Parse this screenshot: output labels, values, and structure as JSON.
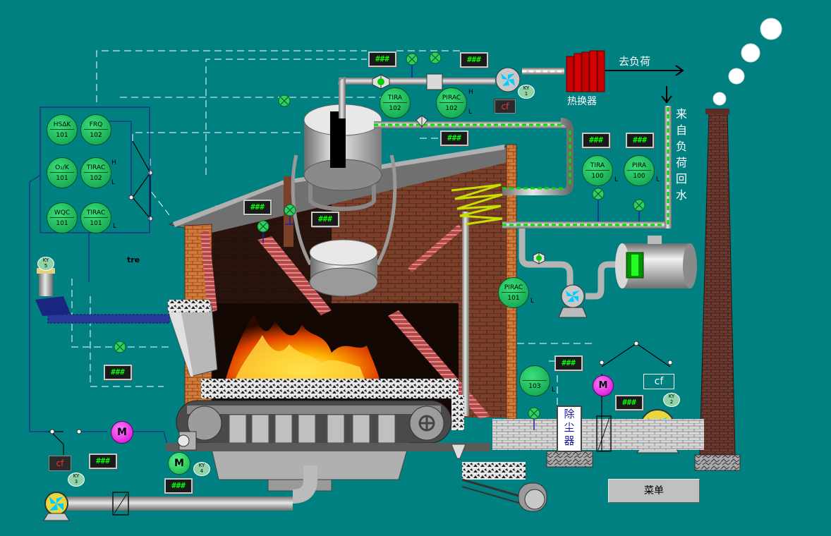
{
  "app": {
    "title": "锅炉工艺流程监控"
  },
  "placeholder": "###",
  "labels": {
    "to_load": "去负荷",
    "heat_exchanger": "热换器",
    "return_water": [
      "来",
      "自",
      "负",
      "荷",
      "回",
      "水"
    ],
    "dust_collector": [
      "除",
      "尘",
      "器"
    ],
    "tre": "tre"
  },
  "instruments": {
    "hsak101": {
      "tag": "HSΔK",
      "num": "101"
    },
    "frq102": {
      "tag": "FRQ",
      "num": "102"
    },
    "o2k101": {
      "tag": "O₂/K",
      "num": "101"
    },
    "tirac102": {
      "tag": "TIRAC",
      "num": "102",
      "h": "H",
      "l": "L"
    },
    "wqc101": {
      "tag": "WQC",
      "num": "101"
    },
    "tirac101": {
      "tag": "TIRAC",
      "num": "101",
      "l": "L"
    },
    "tira102": {
      "tag": "TIRA",
      "num": "102"
    },
    "pirac102": {
      "tag": "PIRAC",
      "num": "102",
      "h": "H",
      "l": "L"
    },
    "tira100": {
      "tag": "TIRA",
      "num": "100",
      "l": "L"
    },
    "pira100": {
      "tag": "PIRA",
      "num": "100",
      "l": "L"
    },
    "pirac101": {
      "tag": "PIRAC",
      "num": "101",
      "l": "L"
    },
    "i103": {
      "tag": "",
      "num": "103",
      "l": "L"
    }
  },
  "motors": {
    "m_main": "M",
    "m_feed": "M",
    "m_fan": "M"
  },
  "cf": {
    "cf1": "cf",
    "cf2": "cf",
    "cf3": "cf"
  },
  "ky": {
    "ky1": {
      "a": "KY",
      "b": "1"
    },
    "ky2": {
      "a": "KY",
      "b": "2"
    },
    "ky3": {
      "a": "KY",
      "b": "3"
    },
    "ky4": {
      "a": "KY",
      "b": "4"
    },
    "ky5": {
      "a": "KY",
      "b": "5"
    }
  },
  "menu": {
    "label": "菜单"
  },
  "colors": {
    "background": "#008080",
    "display_text": "#00ff00",
    "instrument": "#22c064",
    "motor": "#ff00ff",
    "pipe": "#b4b4b4",
    "brick": "#8b4a32"
  }
}
